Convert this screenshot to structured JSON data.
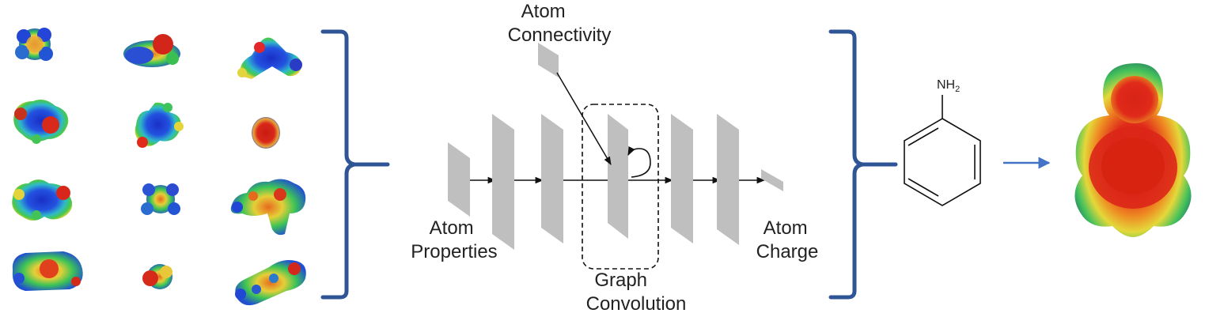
{
  "labels": {
    "atom_connectivity": [
      "Atom",
      "Connectivity"
    ],
    "atom_properties": [
      "Atom",
      "Properties"
    ],
    "graph_convolution": [
      "Graph",
      "Convolution"
    ],
    "atom_charge": [
      "Atom",
      "Charge"
    ],
    "amine_group": "NH",
    "amine_subscript": "2"
  },
  "colors": {
    "bracket": "#2f5597",
    "layer": "#bfbfbf",
    "arrow_blue": "#4472c4",
    "line": "#111111",
    "surface_blue": "#1e3bd6",
    "surface_green": "#2ec45a",
    "surface_yellow": "#e8d63a",
    "surface_red": "#e0281c"
  },
  "icons": {
    "molecule_thumbnails": "electrostatic-surface-molecules",
    "network": "graph-convolution-network",
    "structure": "aniline-structure",
    "result": "charge-surface-map"
  }
}
